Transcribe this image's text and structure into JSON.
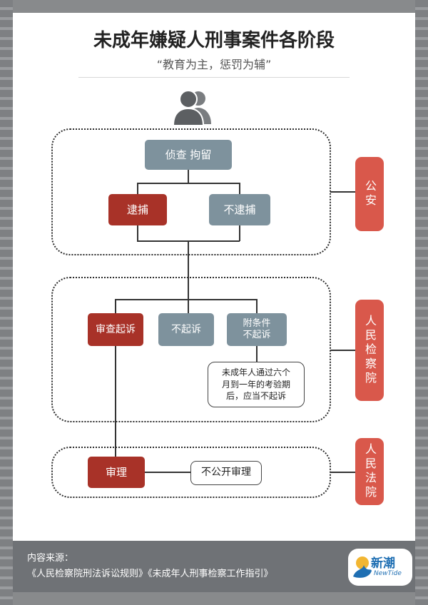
{
  "header": {
    "title": "未成年嫌疑人刑事案件各阶段",
    "subtitle": "“教育为主，惩罚为辅”"
  },
  "flow": {
    "investigation": "侦查 拘留",
    "arrest": "逮捕",
    "no_arrest": "不逮捕",
    "review_prosecution": "审查起诉",
    "no_prosecution": "不起诉",
    "conditional_no_prosecution": "附条件\n不起诉",
    "probation_note": "未成年人通过六个\n月到一年的考验期\n后，应当不起诉",
    "trial": "审理",
    "closed_trial": "不公开审理"
  },
  "stages": {
    "police": "公安",
    "procuratorate": "人民检察院",
    "court": "人民法院"
  },
  "footer": {
    "source_label": "内容来源：",
    "sources": "《人民检察院刑法诉讼规则》《未成年人刑事检察工作指引》"
  },
  "logo": {
    "name_cn": "新潮",
    "name_en": "NewTide"
  },
  "colors": {
    "grey_box": "#7e929d",
    "red_box": "#a83228",
    "stage_tag": "#d9584b",
    "footer": "#6f7276"
  },
  "icons": {
    "people": "people-icon",
    "logo_wave": "wave-logo-icon"
  }
}
